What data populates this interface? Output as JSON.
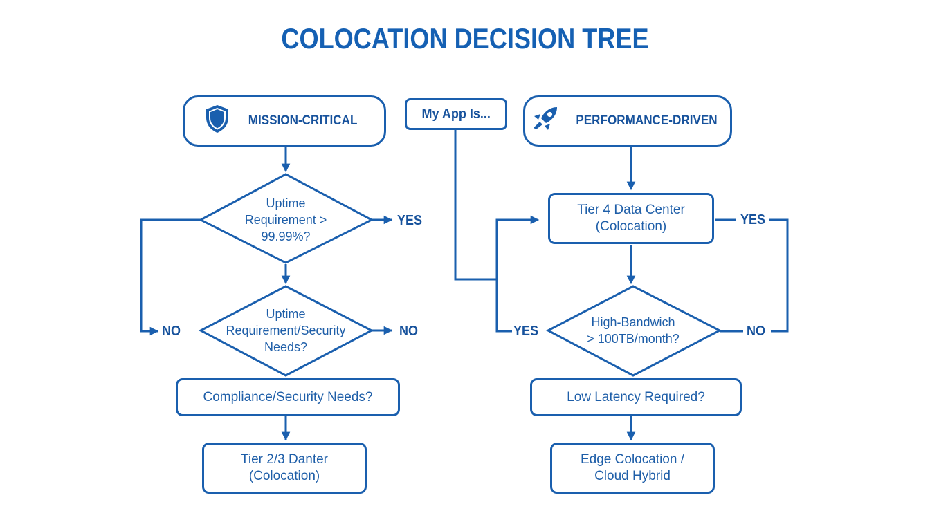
{
  "title": "COLOCATION DECISION TREE",
  "colors": {
    "primary": "#1a5fae",
    "text": "#1e5ea8",
    "background": "#ffffff"
  },
  "start": {
    "label": "My App Is..."
  },
  "categories": [
    {
      "label": "MISSION-CRITICAL",
      "icon": "shield-icon"
    },
    {
      "label": "PERFORMANCE-DRIVEN",
      "icon": "rocket-icon"
    }
  ],
  "left_branch": {
    "decision1": {
      "lines": [
        "Uptime",
        "Requirement >",
        "99.99%?"
      ]
    },
    "decision2": {
      "lines": [
        "Uptime",
        "Requirement/Security",
        "Needs?"
      ]
    },
    "step": {
      "label": "Compliance/Security Needs?"
    },
    "result": {
      "lines": [
        "Tier 2/3 Danter",
        "(Colocation)"
      ]
    },
    "labels": {
      "yes": "YES",
      "no_left": "NO",
      "no_right": "NO"
    }
  },
  "right_branch": {
    "result_top": {
      "lines": [
        "Tier 4 Data Center",
        "(Colocation)"
      ]
    },
    "decision": {
      "lines": [
        "High-Bandwich",
        "> 100TB/month?"
      ]
    },
    "step": {
      "label": "Low Latency Required?"
    },
    "result": {
      "lines": [
        "Edge Colocation /",
        "Cloud Hybrid"
      ]
    },
    "labels": {
      "yes_top": "YES",
      "yes_left": "YES",
      "no_right": "NO"
    }
  }
}
